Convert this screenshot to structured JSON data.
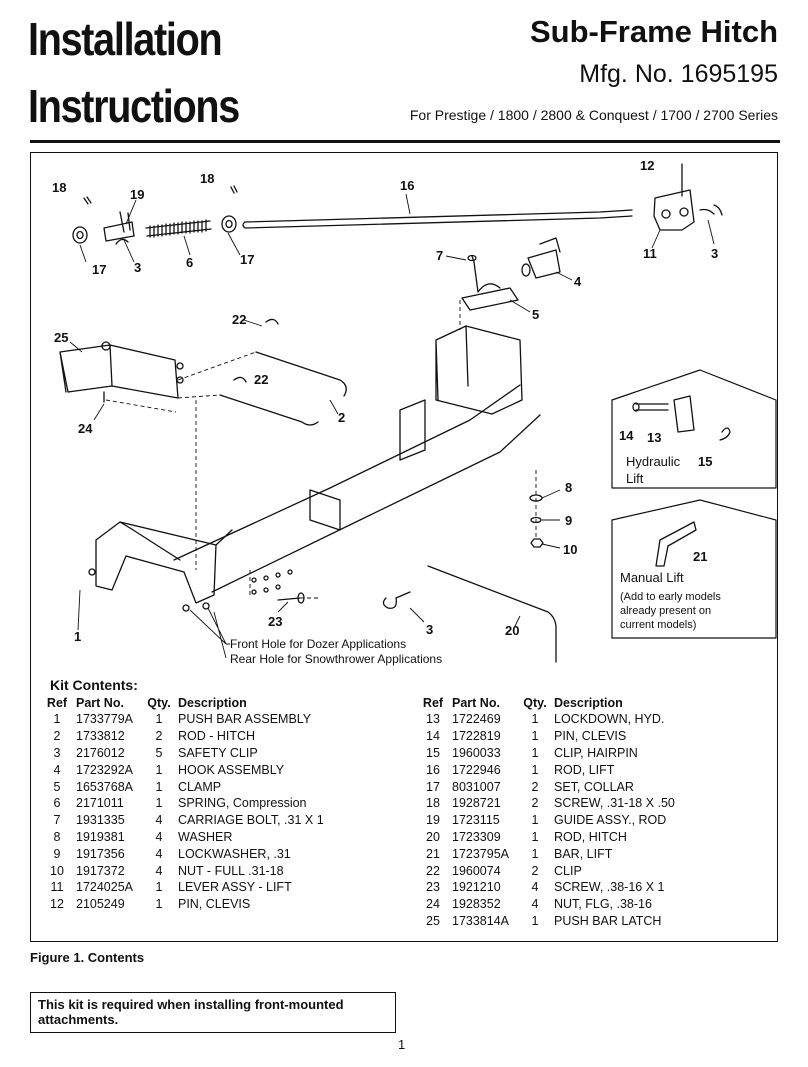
{
  "header": {
    "title_line1": "Installation",
    "title_line2": "Instructions",
    "product": "Sub-Frame Hitch",
    "mfg": "Mfg. No. 1695195",
    "series": "For Prestige / 1800 / 2800 & Conquest / 1700 / 2700 Series"
  },
  "diagram": {
    "callouts": {
      "c1": "1",
      "c2": "2",
      "c3a": "3",
      "c3b": "3",
      "c3c": "3",
      "c4": "4",
      "c5": "5",
      "c6": "6",
      "c7": "7",
      "c8": "8",
      "c9": "9",
      "c10": "10",
      "c11": "11",
      "c12": "12",
      "c13": "13",
      "c14": "14",
      "c15": "15",
      "c16": "16",
      "c17a": "17",
      "c17b": "17",
      "c18a": "18",
      "c18b": "18",
      "c19": "19",
      "c20": "20",
      "c21": "21",
      "c22a": "22",
      "c22b": "22",
      "c23": "23",
      "c24": "24",
      "c25": "25"
    },
    "hydraulic_label_1": "Hydraulic",
    "hydraulic_label_2": "Lift",
    "manual_label": "Manual Lift",
    "manual_note_1": "(Add to early models",
    "manual_note_2": "already present on",
    "manual_note_3": "current models)",
    "front_hole": "Front Hole for Dozer Applications",
    "rear_hole": "Rear Hole for Snowthrower Applications"
  },
  "kit": {
    "title": "Kit Contents:",
    "headers": [
      "Ref",
      "Part No.",
      "Qty.",
      "Description"
    ],
    "left": [
      [
        "1",
        "1733779A",
        "1",
        "PUSH BAR ASSEMBLY"
      ],
      [
        "2",
        "1733812",
        "2",
        "ROD - HITCH"
      ],
      [
        "3",
        "2176012",
        "5",
        "SAFETY CLIP"
      ],
      [
        "4",
        "1723292A",
        "1",
        "HOOK ASSEMBLY"
      ],
      [
        "5",
        "1653768A",
        "1",
        "CLAMP"
      ],
      [
        "6",
        "2171011",
        "1",
        "SPRING, Compression"
      ],
      [
        "7",
        "1931335",
        "4",
        "CARRIAGE BOLT, .31 X 1"
      ],
      [
        "8",
        "1919381",
        "4",
        "WASHER"
      ],
      [
        "9",
        "1917356",
        "4",
        "LOCKWASHER, .31"
      ],
      [
        "10",
        "1917372",
        "4",
        "NUT - FULL .31-18"
      ],
      [
        "11",
        "1724025A",
        "1",
        "LEVER ASSY - LIFT"
      ],
      [
        "12",
        "2105249",
        "1",
        "PIN, CLEVIS"
      ]
    ],
    "right": [
      [
        "13",
        "1722469",
        "1",
        "LOCKDOWN, HYD."
      ],
      [
        "14",
        "1722819",
        "1",
        "PIN, CLEVIS"
      ],
      [
        "15",
        "1960033",
        "1",
        "CLIP, HAIRPIN"
      ],
      [
        "16",
        "1722946",
        "1",
        "ROD, LIFT"
      ],
      [
        "17",
        "8031007",
        "2",
        "SET, COLLAR"
      ],
      [
        "18",
        "1928721",
        "2",
        "SCREW, .31-18 X .50"
      ],
      [
        "19",
        "1723115",
        "1",
        "GUIDE ASSY., ROD"
      ],
      [
        "20",
        "1723309",
        "1",
        "ROD, HITCH"
      ],
      [
        "21",
        "1723795A",
        "1",
        "BAR, LIFT"
      ],
      [
        "22",
        "1960074",
        "2",
        "CLIP"
      ],
      [
        "23",
        "1921210",
        "4",
        "SCREW, .38-16 X 1"
      ],
      [
        "24",
        "1928352",
        "4",
        "NUT, FLG, .38-16"
      ],
      [
        "25",
        "1733814A",
        "1",
        "PUSH BAR LATCH"
      ]
    ]
  },
  "caption": "Figure 1.  Contents",
  "notice": "This kit is required when installing front-mounted attachments.",
  "page_number": "1"
}
